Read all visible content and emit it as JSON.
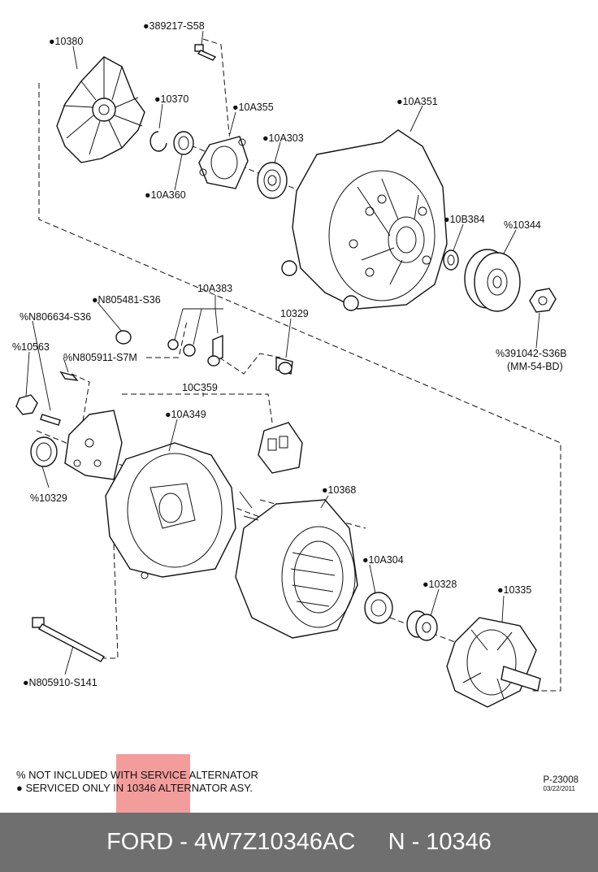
{
  "parts": {
    "p389217": "●389217-S58",
    "p10380": "●10380",
    "p10370": "●10370",
    "p10A355": "●10A355",
    "p10A351": "●10A351",
    "p10A303": "●10A303",
    "p10A360": "●10A360",
    "p10B384": "●10B384",
    "p10344": "%10344",
    "p391042": "%391042-S36B",
    "p391042b": "(MM-54-BD)",
    "pN805481": "●N805481-S36",
    "p10A383": "10A383",
    "pN806634": "%N806634-S36",
    "p10329a": "10329",
    "p10563": "%10563",
    "pN805911": "%N805911-S7M",
    "p10C359": "10C359",
    "p10A349": "●10A349",
    "p10329b": "%10329",
    "p10368": "●10368",
    "p10A304": "●10A304",
    "p10328": "●10328",
    "p10335": "●10335",
    "pN805910": "●N805910-S141"
  },
  "notes": {
    "line1": "% NOT INCLUDED WITH SERVICE ALTERNATOR",
    "line2": "● SERVICED ONLY IN 10346 ALTERNATOR ASY."
  },
  "reference": {
    "code": "P-23008",
    "date": "03/22/2011"
  },
  "footer": {
    "left": "FORD - 4W7Z10346AC",
    "right": "N - 10346"
  },
  "colors": {
    "highlight": "#eb5a5a",
    "footer_bg": "#6f6f6f"
  }
}
